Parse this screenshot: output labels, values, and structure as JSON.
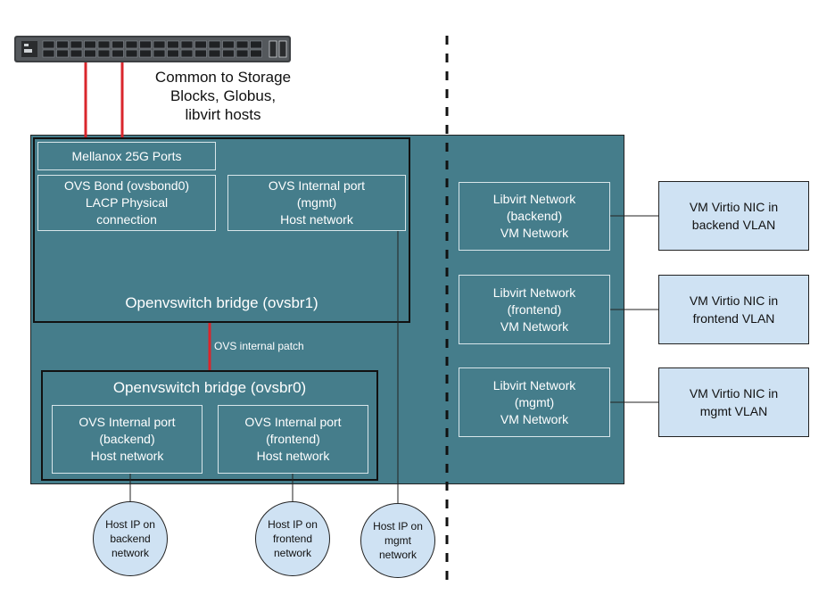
{
  "switch_caption": "Common to Storage\nBlocks, Globus,\nlibvirt hosts",
  "mellanox_label": "Mellanox 25G Ports",
  "bond_label": "OVS Bond (ovsbond0)\nLACP Physical\nconnection",
  "mgmt_port_label": "OVS Internal port\n(mgmt)\nHost network",
  "ovsbr1_label": "Openvswitch bridge (ovsbr1)",
  "patch_label": "OVS internal patch",
  "ovsbr0_label": "Openvswitch bridge (ovsbr0)",
  "backend_port_label": "OVS Internal port\n(backend)\nHost network",
  "frontend_port_label": "OVS Internal port\n(frontend)\nHost network",
  "libvirt_networks": [
    {
      "label": "Libvirt Network\n(backend)\nVM Network"
    },
    {
      "label": "Libvirt Network\n(frontend)\nVM Network"
    },
    {
      "label": "Libvirt Network\n(mgmt)\nVM Network"
    }
  ],
  "vm_nics": [
    {
      "label": "VM Virtio NIC in\nbackend VLAN"
    },
    {
      "label": "VM Virtio NIC in\nfrontend VLAN"
    },
    {
      "label": "VM Virtio NIC in\nmgmt VLAN"
    }
  ],
  "host_ips": [
    {
      "label": "Host IP on\nbackend\nnetwork"
    },
    {
      "label": "Host IP on\nfrontend\nnetwork"
    },
    {
      "label": "Host IP on\nmgmt\nnetwork"
    }
  ],
  "colors": {
    "teal": "#457d8b",
    "light_blue": "#cfe2f3",
    "link_red": "#d9262c"
  },
  "icons": {
    "switch": "network-switch-icon"
  }
}
